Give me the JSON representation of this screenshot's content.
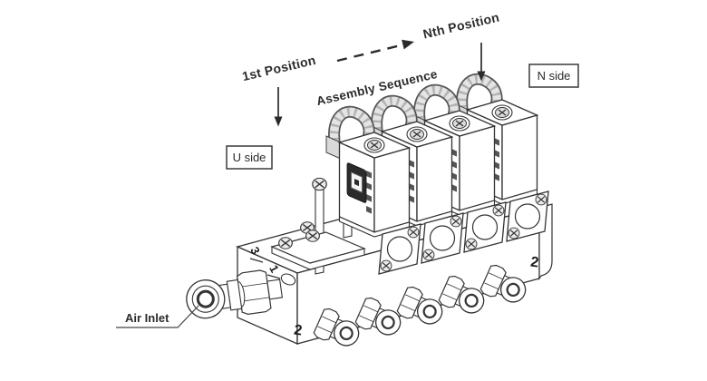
{
  "diagram": {
    "background_color": "#ffffff",
    "line_color": "#333333",
    "annotations": {
      "first_position": "1st Position",
      "assembly_sequence": "Assembly Sequence",
      "nth_position": "Nth Position",
      "n_side": "N side",
      "u_side": "U side",
      "air_inlet": "Air Inlet"
    },
    "markings": {
      "port_3": "3",
      "port_1": "1",
      "port_2_left": "2",
      "port_2_right": "2"
    },
    "components": {
      "valve_stations": 4,
      "output_fittings": 5,
      "air_inlet_fittings": 1
    }
  }
}
